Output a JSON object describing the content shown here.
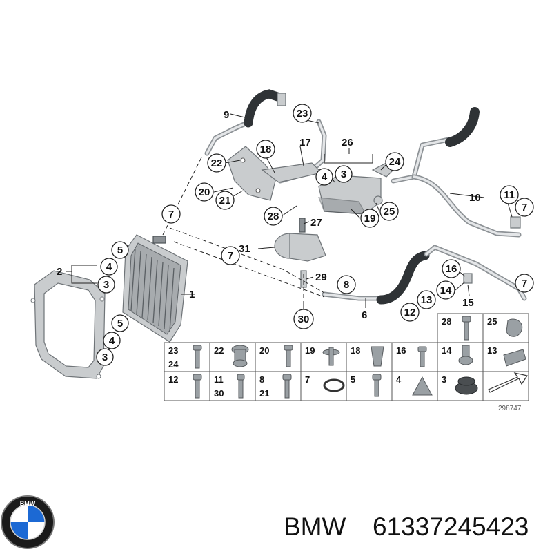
{
  "diagram": {
    "callouts": {
      "c1": "1",
      "c2": "2",
      "c3a": "3",
      "c4a": "4",
      "c5a": "5",
      "c3b": "3",
      "c4b": "4",
      "c5b": "5",
      "c6": "6",
      "c7a": "7",
      "c7b": "7",
      "c7c": "7",
      "c7d": "7",
      "c8": "8",
      "c9": "9",
      "c10": "10",
      "c11": "11",
      "c12": "12",
      "c13": "13",
      "c14": "14",
      "c15": "15",
      "c16": "16",
      "c17": "17",
      "c18": "18",
      "c19": "19",
      "c20": "20",
      "c21": "21",
      "c22": "22",
      "c23": "23",
      "c24": "24",
      "c25": "25",
      "c26": "26",
      "c27": "27",
      "c28": "28",
      "c29": "29",
      "c30": "30",
      "c31": "31",
      "c3c": "3",
      "c4c": "4"
    },
    "legend": {
      "top": [
        {
          "label": "23",
          "label2": "24"
        },
        {
          "label": "22"
        },
        {
          "label": "20"
        },
        {
          "label": "19"
        },
        {
          "label": "18"
        },
        {
          "label": "16"
        }
      ],
      "bottom": [
        {
          "label": "12"
        },
        {
          "label": "11",
          "label2": "30"
        },
        {
          "label": "8",
          "label2": "21"
        },
        {
          "label": "7"
        },
        {
          "label": "5"
        },
        {
          "label": "4"
        }
      ],
      "right_top": [
        {
          "label": "28"
        },
        {
          "label": "25"
        }
      ],
      "right_mid": [
        {
          "label": "14"
        },
        {
          "label": "13"
        }
      ],
      "right_bottom": [
        {
          "label": "3"
        }
      ]
    },
    "diagram_number": "298747"
  },
  "footer": {
    "brand": "BMW",
    "part_number": "61337245423",
    "logo_text": "BMW"
  }
}
